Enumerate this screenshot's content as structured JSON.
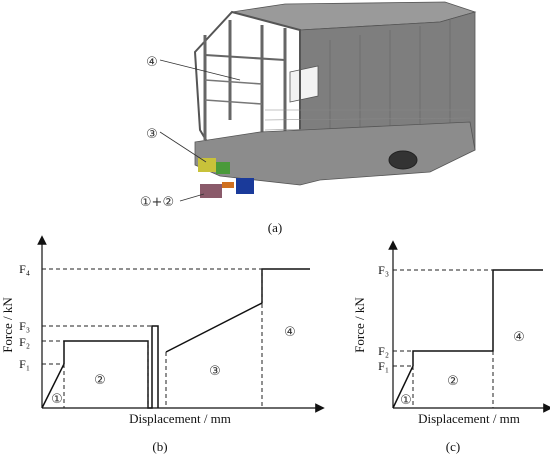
{
  "panel_a": {
    "label": "(a)",
    "callouts": {
      "c4": "④",
      "c3": "③",
      "c12": "①+②"
    }
  },
  "panel_b": {
    "label": "(b)",
    "ylabel": "Force / kN",
    "xlabel": "Displacement / mm",
    "ticks": {
      "f4": "F₄",
      "f3": "F₃",
      "f2": "F₂",
      "f1": "F₁"
    },
    "stages": {
      "s1": "①",
      "s2": "②",
      "s3": "③",
      "s4": "④"
    }
  },
  "panel_c": {
    "label": "(c)",
    "ylabel": "Force / kN",
    "xlabel": "Displacement / mm",
    "ticks": {
      "f3": "F₃",
      "f2": "F₂",
      "f1": "F₁"
    },
    "stages": {
      "s1": "①",
      "s2": "②",
      "s4": "④"
    }
  },
  "colors": {
    "vehicle_body": "#8a8a8a",
    "absorber_yellow": "#c8c23a",
    "absorber_green": "#4a9a3a",
    "coupler_blue": "#1a3a9a",
    "coupler_orange": "#d07020"
  }
}
